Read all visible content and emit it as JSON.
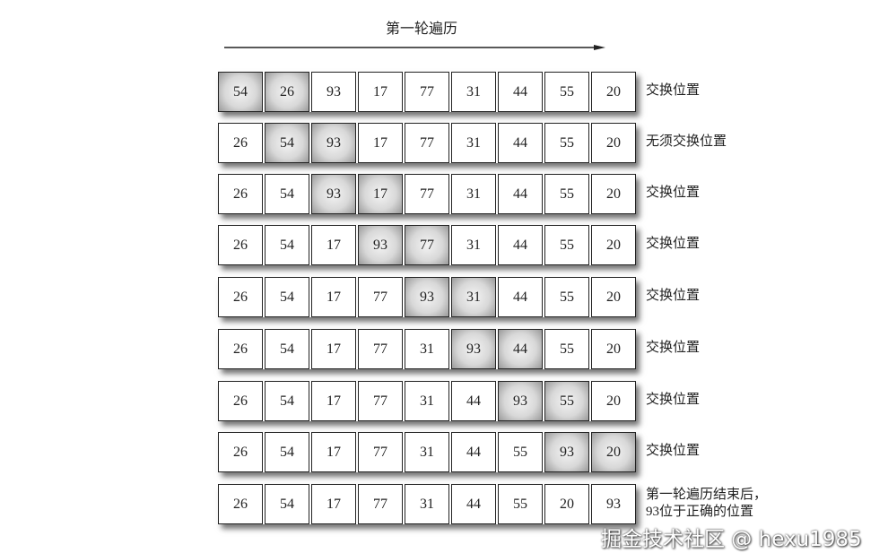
{
  "title": "第一轮遍历",
  "rows": [
    {
      "values": [
        "54",
        "26",
        "93",
        "17",
        "77",
        "31",
        "44",
        "55",
        "20"
      ],
      "highlight": [
        0,
        1
      ],
      "label": [
        "交换位置"
      ]
    },
    {
      "values": [
        "26",
        "54",
        "93",
        "17",
        "77",
        "31",
        "44",
        "55",
        "20"
      ],
      "highlight": [
        1,
        2
      ],
      "label": [
        "无须交换位置"
      ]
    },
    {
      "values": [
        "26",
        "54",
        "93",
        "17",
        "77",
        "31",
        "44",
        "55",
        "20"
      ],
      "highlight": [
        2,
        3
      ],
      "label": [
        "交换位置"
      ]
    },
    {
      "values": [
        "26",
        "54",
        "17",
        "93",
        "77",
        "31",
        "44",
        "55",
        "20"
      ],
      "highlight": [
        3,
        4
      ],
      "label": [
        "交换位置"
      ]
    },
    {
      "values": [
        "26",
        "54",
        "17",
        "77",
        "93",
        "31",
        "44",
        "55",
        "20"
      ],
      "highlight": [
        4,
        5
      ],
      "label": [
        "交换位置"
      ]
    },
    {
      "values": [
        "26",
        "54",
        "17",
        "77",
        "31",
        "93",
        "44",
        "55",
        "20"
      ],
      "highlight": [
        5,
        6
      ],
      "label": [
        "交换位置"
      ]
    },
    {
      "values": [
        "26",
        "54",
        "17",
        "77",
        "31",
        "44",
        "93",
        "55",
        "20"
      ],
      "highlight": [
        6,
        7
      ],
      "label": [
        "交换位置"
      ]
    },
    {
      "values": [
        "26",
        "54",
        "17",
        "77",
        "31",
        "44",
        "55",
        "93",
        "20"
      ],
      "highlight": [
        7,
        8
      ],
      "label": [
        "交换位置"
      ]
    },
    {
      "values": [
        "26",
        "54",
        "17",
        "77",
        "31",
        "44",
        "55",
        "20",
        "93"
      ],
      "highlight": [],
      "label": [
        "第一轮遍历结束后，",
        "93位于正确的位置"
      ]
    }
  ],
  "watermark": "掘金技术社区 @ hexu1985"
}
